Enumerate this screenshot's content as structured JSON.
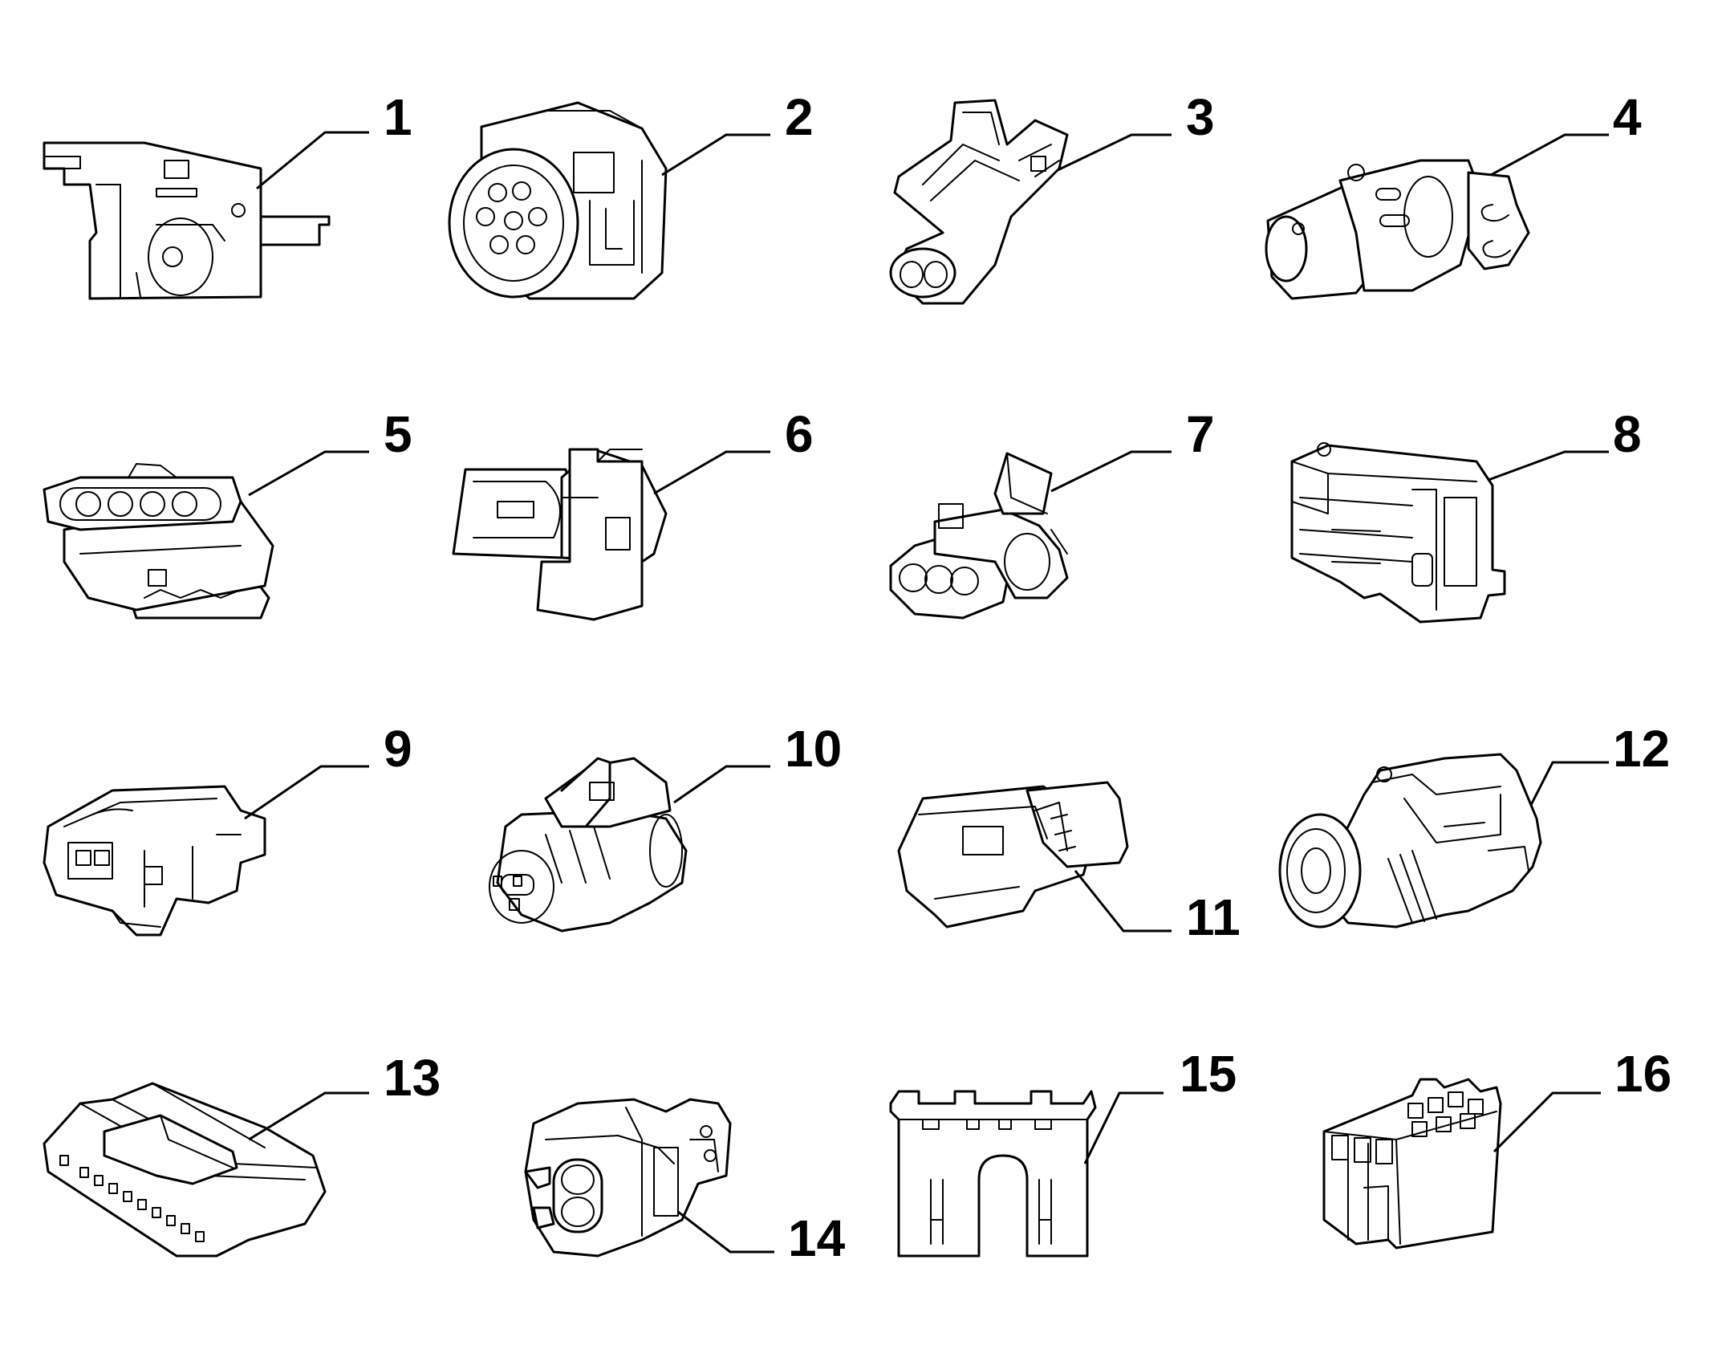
{
  "diagram": {
    "palette": {
      "line": "#000000",
      "background": "#ffffff"
    },
    "parts": [
      {
        "label": "1",
        "icon": "angled-connector-housing-icon"
      },
      {
        "label": "2",
        "icon": "round-multipin-connector-icon"
      },
      {
        "label": "3",
        "icon": "two-pin-sealed-connector-icon"
      },
      {
        "label": "4",
        "icon": "bulb-socket-connector-icon"
      },
      {
        "label": "5",
        "icon": "four-pin-flat-connector-icon"
      },
      {
        "label": "6",
        "icon": "inline-latch-connector-icon"
      },
      {
        "label": "7",
        "icon": "three-pin-sealed-connector-icon"
      },
      {
        "label": "8",
        "icon": "multi-row-connector-block-icon"
      },
      {
        "label": "9",
        "icon": "two-pin-latched-connector-icon"
      },
      {
        "label": "10",
        "icon": "two-pin-oval-connector-icon"
      },
      {
        "label": "11",
        "icon": "rectangular-inline-connector-icon"
      },
      {
        "label": "12",
        "icon": "round-bayonet-connector-icon"
      },
      {
        "label": "13",
        "icon": "slim-multipin-connector-icon"
      },
      {
        "label": "14",
        "icon": "two-pin-locking-connector-icon"
      },
      {
        "label": "15",
        "icon": "forked-terminal-housing-icon"
      },
      {
        "label": "16",
        "icon": "multi-cell-connector-block-icon"
      }
    ]
  }
}
